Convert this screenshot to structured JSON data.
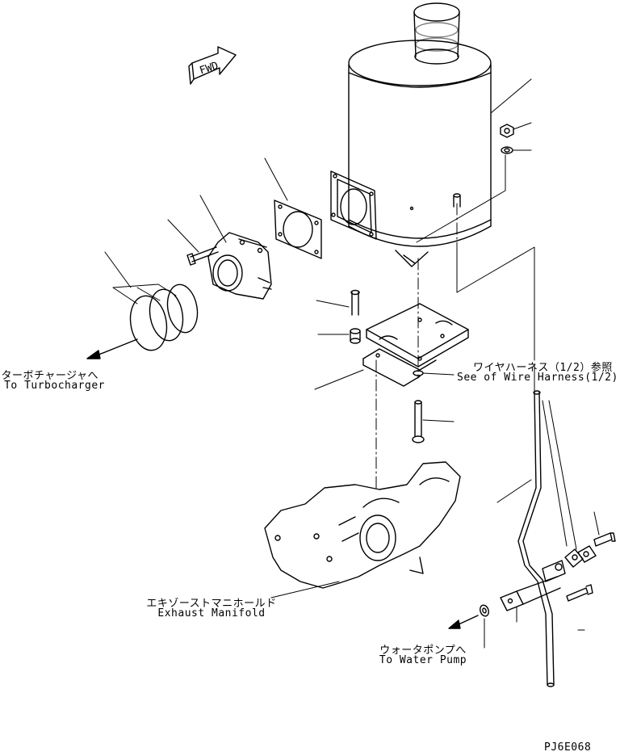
{
  "labels": {
    "fwd": "FWD",
    "turbo_jp": "ターボチャージャへ",
    "turbo_en": "To Turbocharger",
    "harness_jp": "ワイヤハーネス（1/2）参照",
    "harness_en": "See of Wire Harness(1/2)",
    "manifold_jp": "エキゾーストマニホールド",
    "manifold_en": "Exhaust Manifold",
    "pump_jp": "ウォータポンプへ",
    "pump_en": "To Water Pump",
    "drawing_code": "PJ6E068"
  }
}
